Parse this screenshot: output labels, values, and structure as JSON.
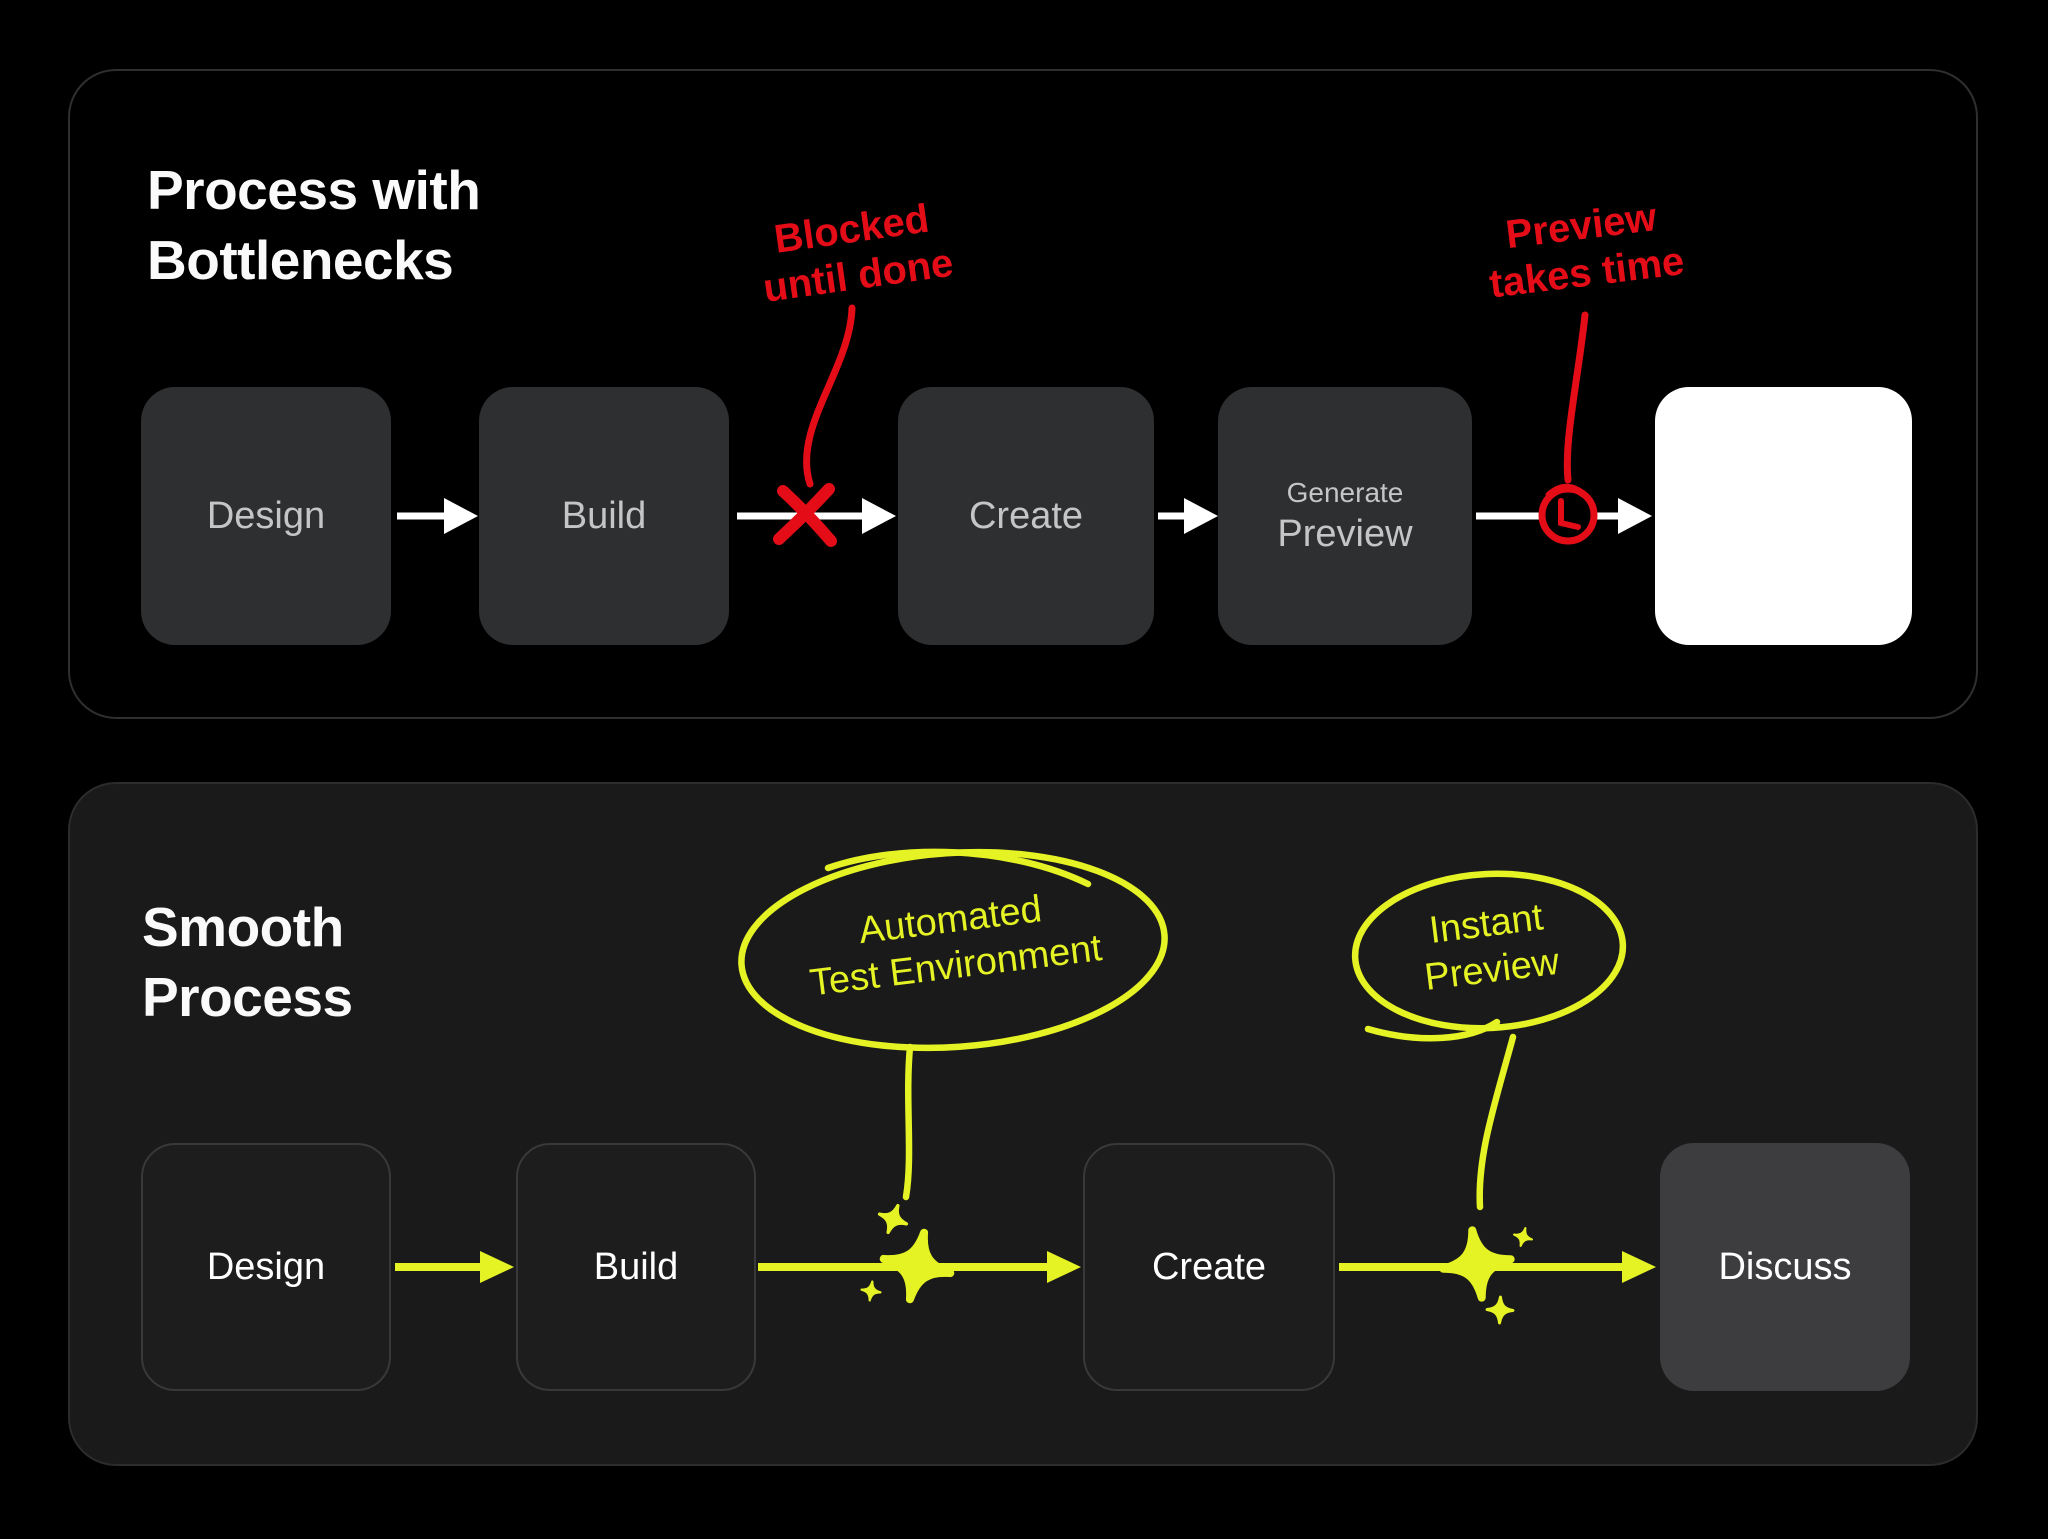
{
  "colors": {
    "background": "#000000",
    "bottom_panel_bg": "#1a1a1b",
    "node_dark_gray": "#2e2f31",
    "node_bottom_gray": "#1d1d1e",
    "node_light_gray": "#3d3d3f",
    "node_white": "#ffffff",
    "accent_red": "#e40d17",
    "accent_yellow": "#e5f224",
    "arrow_white": "#ffffff",
    "top_label_gray": "#c4c5c7",
    "title_white": "#fafafa"
  },
  "top_panel": {
    "title_lines": [
      "Process with",
      "Bottlenecks"
    ],
    "nodes": [
      {
        "label": "Design"
      },
      {
        "label": "Build"
      },
      {
        "label": "Create"
      },
      {
        "label_top": "Generate",
        "label": "Preview"
      },
      {
        "label": ""
      }
    ],
    "annotations": [
      {
        "lines": [
          "Blocked",
          "until done"
        ],
        "icon": "x-mark-icon"
      },
      {
        "lines": [
          "Preview",
          "takes time"
        ],
        "icon": "clock-icon"
      }
    ]
  },
  "bottom_panel": {
    "title_lines": [
      "Smooth",
      "Process"
    ],
    "nodes": [
      {
        "label": "Design"
      },
      {
        "label": "Build"
      },
      {
        "label": "Create"
      },
      {
        "label": "Discuss"
      }
    ],
    "annotations": [
      {
        "lines": [
          "Automated",
          "Test Environment"
        ],
        "icon": "sparkle-icon"
      },
      {
        "lines": [
          "Instant",
          "Preview"
        ],
        "icon": "sparkle-icon"
      }
    ]
  }
}
